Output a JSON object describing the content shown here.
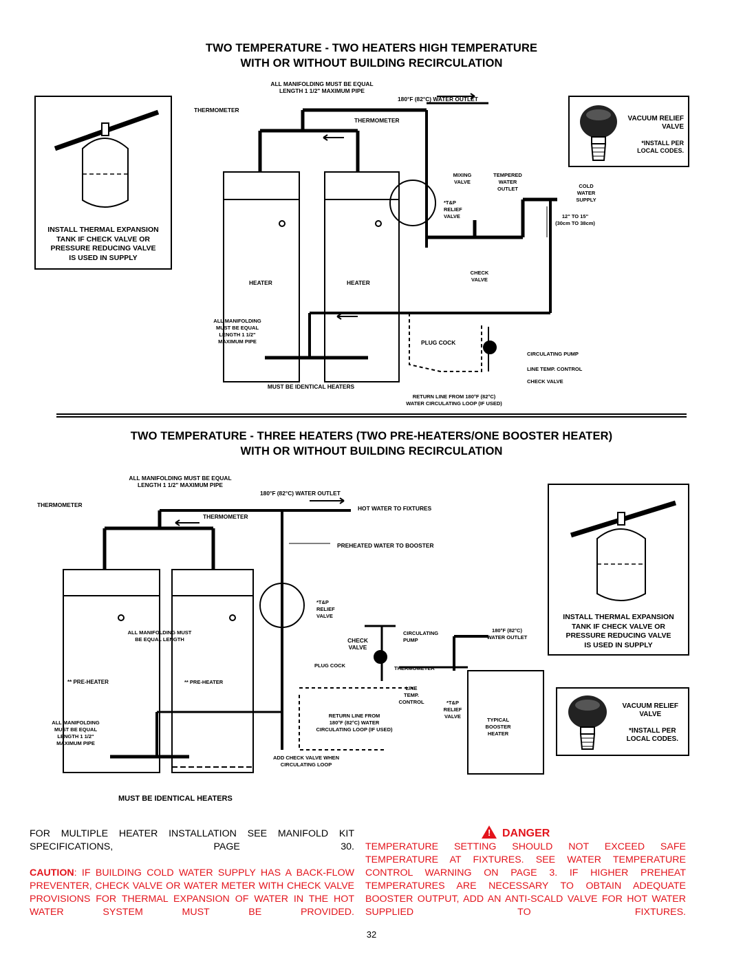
{
  "section1": {
    "title_line1": "TWO TEMPERATURE - TWO HEATERS HIGH TEMPERATURE",
    "title_line2": "WITH OR WITHOUT BUILDING RECIRCULATION",
    "expansion_box": "INSTALL THERMAL EXPANSION\nTANK IF CHECK VALVE OR\nPRESSURE REDUCING VALVE\nIS USED IN SUPPLY",
    "vacuum_box_title": "VACUUM RELIEF\nVALVE",
    "vacuum_box_note": "*INSTALL PER\nLOCAL CODES.",
    "labels": {
      "manifold_top": "ALL MANIFOLDING MUST BE EQUAL\nLENGTH 1 1/2\" MAXIMUM PIPE",
      "water_outlet": "180°F (82°C) WATER OUTLET",
      "thermometer_left": "THERMOMETER",
      "thermometer_right": "THERMOMETER",
      "mixing_valve": "MIXING\nVALVE",
      "tempered_outlet": "TEMPERED\nWATER\nOUTLET",
      "cold_supply": "COLD\nWATER\nSUPPLY",
      "tp_relief": "*T&P\nRELIEF\nVALVE",
      "distance": "12\" TO 15\"\n(30cm TO 38cm)",
      "check_valve": "CHECK\nVALVE",
      "heater_left": "HEATER",
      "heater_right": "HEATER",
      "manifold_bottom": "ALL MANIFOLDING\nMUST BE EQUAL\nLENGTH 1 1/2\"\nMAXIMUM PIPE",
      "plug_cock": "PLUG COCK",
      "circulating_pump": "CIRCULATING PUMP",
      "line_temp_control": "LINE TEMP. CONTROL",
      "check_valve_2": "CHECK VALVE",
      "identical": "MUST BE IDENTICAL HEATERS",
      "return_line": "RETURN LINE FROM 180°F (82°C)\nWATER CIRCULATING LOOP (IF USED)"
    }
  },
  "section2": {
    "title_line1": "TWO TEMPERATURE - THREE HEATERS (TWO PRE-HEATERS/ONE BOOSTER HEATER)",
    "title_line2": "WITH OR WITHOUT BUILDING RECIRCULATION",
    "expansion_box": "INSTALL THERMAL EXPANSION\nTANK IF CHECK VALVE OR\nPRESSURE REDUCING VALVE\nIS USED IN SUPPLY",
    "vacuum_box_title": "VACUUM RELIEF\nVALVE",
    "vacuum_box_note": "*INSTALL PER\nLOCAL CODES.",
    "labels": {
      "manifold_top": "ALL MANIFOLDING MUST BE EQUAL\nLENGTH 1 1/2\" MAXIMUM PIPE",
      "water_outlet": "180°F (82°C) WATER OUTLET",
      "thermometer_left": "THERMOMETER",
      "thermometer_right": "THERMOMETER",
      "hot_water": "HOT WATER TO FIXTURES",
      "preheated": "PREHEATED WATER TO BOOSTER",
      "tp_relief": "*T&P\nRELIEF\nVALVE",
      "manifold_mid": "ALL MANIFOLDING MUST\nBE EQUAL LENGTH",
      "check_valve": "CHECK\nVALVE",
      "circulating_pump": "CIRCULATING\nPUMP",
      "booster_outlet": "180°F (82°C)\nWATER OUTLET",
      "plug_cock": "PLUG COCK",
      "thermometer_booster": "THERMOMETER",
      "preheater_left": "** PRE-HEATER",
      "preheater_right": "** PRE-HEATER",
      "line_temp": "LINE\nTEMP.\nCONTROL",
      "tp_relief_2": "*T&P\nRELIEF\nVALVE",
      "manifold_bottom": "ALL MANIFOLDING\nMUST BE EQUAL\nLENGTH 1 1/2\"\nMAXIMUM PIPE",
      "return_line": "RETURN LINE FROM\n180°F (82°C) WATER\nCIRCULATING LOOP (IF USED)",
      "booster": "TYPICAL\nBOOSTER\nHEATER",
      "add_check": "ADD CHECK VALVE WHEN\nCIRCULATING LOOP",
      "identical": "MUST BE IDENTICAL HEATERS"
    }
  },
  "notes": {
    "manifold_note": "FOR MULTIPLE HEATER INSTALLATION SEE MANIFOLD KIT SPECIFICATIONS, PAGE 30.",
    "caution_label": "CAUTION",
    "caution_text": ":  IF BUILDING COLD WATER SUPPLY HAS A BACK-FLOW PREVENTER, CHECK VALVE OR WATER METER WITH CHECK VALVE PROVISIONS FOR THERMAL EXPANSION OF WATER IN THE HOT WATER SYSTEM  MUST BE PROVIDED.",
    "danger_label": "DANGER",
    "danger_text": "TEMPERATURE SETTING SHOULD NOT EXCEED SAFE TEMPERATURE AT FIXTURES. SEE WATER TEMPERATURE CONTROL WARNING ON PAGE 3. IF HIGHER PREHEAT TEMPERATURES ARE NECESSARY TO OBTAIN ADEQUATE BOOSTER OUTPUT, ADD AN ANTI-SCALD VALVE FOR HOT WATER SUPPLIED TO FIXTURES."
  },
  "page_number": "32",
  "colors": {
    "caution": "#e3131b",
    "ink": "#000000"
  }
}
